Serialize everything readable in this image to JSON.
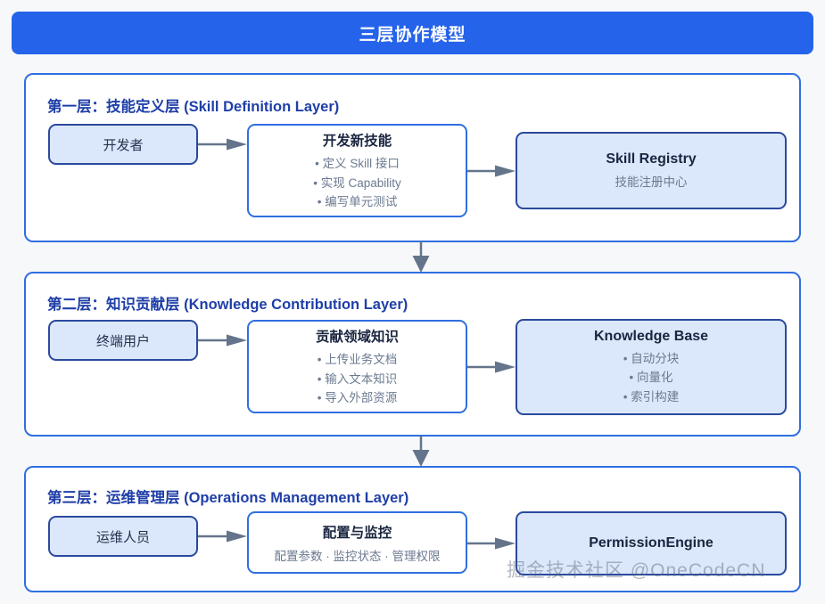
{
  "header": {
    "title": "三层协作模型"
  },
  "colors": {
    "header_bg": "#2563eb",
    "layer_border": "#2f6fe0",
    "layer_title": "#1f3fa8",
    "node_fill_blue": "#dbe7fb",
    "node_border_navy": "#2a4a9e",
    "arrow": "#64748b",
    "page_bg": "#f7f8fa",
    "muted_text": "#6b7a90"
  },
  "layers": [
    {
      "id": "layer-1",
      "title": "第一层：技能定义层 (Skill Definition Layer)",
      "actor": {
        "label": "开发者"
      },
      "process": {
        "heading": "开发新技能",
        "bullets": [
          "定义 Skill 接口",
          "实现 Capability",
          "编写单元测试"
        ]
      },
      "store": {
        "heading": "Skill Registry",
        "subtitle": "技能注册中心",
        "bullets": []
      }
    },
    {
      "id": "layer-2",
      "title": "第二层：知识贡献层 (Knowledge Contribution Layer)",
      "actor": {
        "label": "终端用户"
      },
      "process": {
        "heading": "贡献领域知识",
        "bullets": [
          "上传业务文档",
          "输入文本知识",
          "导入外部资源"
        ]
      },
      "store": {
        "heading": "Knowledge Base",
        "subtitle": "",
        "bullets": [
          "自动分块",
          "向量化",
          "索引构建"
        ]
      }
    },
    {
      "id": "layer-3",
      "title": "第三层：运维管理层 (Operations Management Layer)",
      "actor": {
        "label": "运维人员"
      },
      "process": {
        "heading": "配置与监控",
        "subtitle": "配置参数 · 监控状态 · 管理权限",
        "bullets": []
      },
      "store": {
        "heading": "PermissionEngine",
        "subtitle": "",
        "bullets": []
      }
    }
  ],
  "watermark": "掘金技术社区 @OneCodeCN"
}
